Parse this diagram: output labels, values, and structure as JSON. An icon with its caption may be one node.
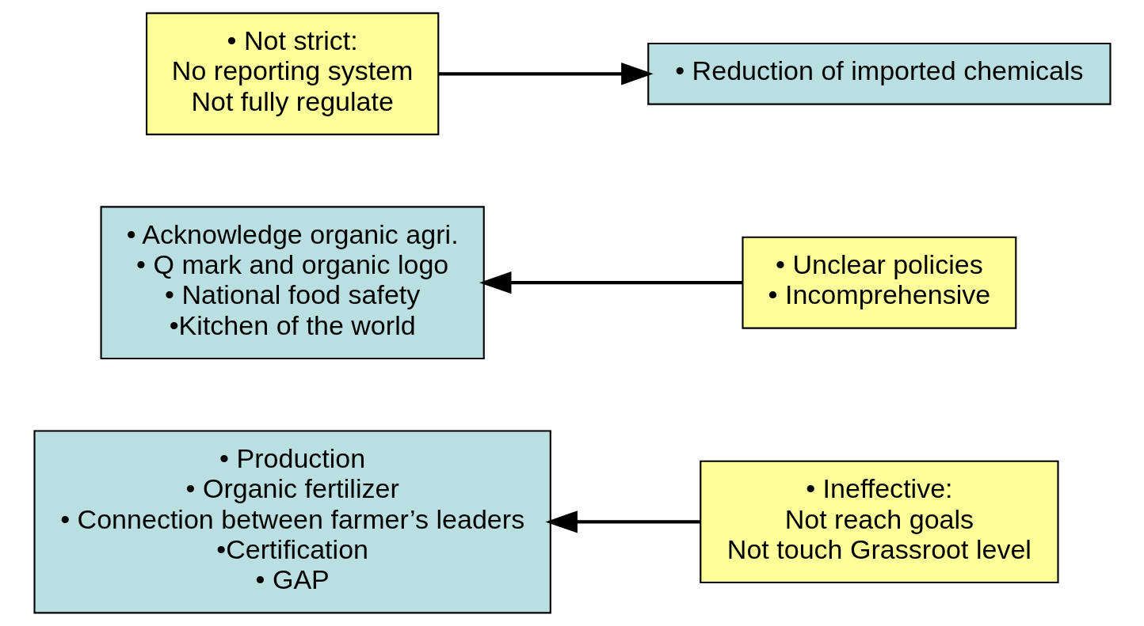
{
  "diagram": {
    "nodes": [
      {
        "text": [
          "• Production",
          "• Organic fertilizer",
          "• Connection between farmer’s leaders",
          "•Certification",
          "• GAP"
        ]
      },
      {
        "text": [
          "• Ineffective:",
          "Not reach goals",
          "Not touch Grassroot level"
        ]
      },
      {
        "text": [
          "• Acknowledge organic agri.",
          "• Q mark and organic logo",
          "• National food safety",
          "•Kitchen of the world"
        ]
      },
      {
        "text": [
          "• Unclear policies",
          "• Incomprehensive"
        ]
      },
      {
        "text": [
          "• Not strict:",
          "No reporting system",
          "Not fully regulate"
        ]
      },
      {
        "text": [
          "• Reduction of imported chemicals"
        ]
      }
    ],
    "edges": [
      {
        "from": 1,
        "to": 0,
        "arrow": "to"
      },
      {
        "from": 3,
        "to": 2,
        "arrow": "to"
      },
      {
        "from": 4,
        "to": 5,
        "arrow": "to"
      }
    ]
  }
}
